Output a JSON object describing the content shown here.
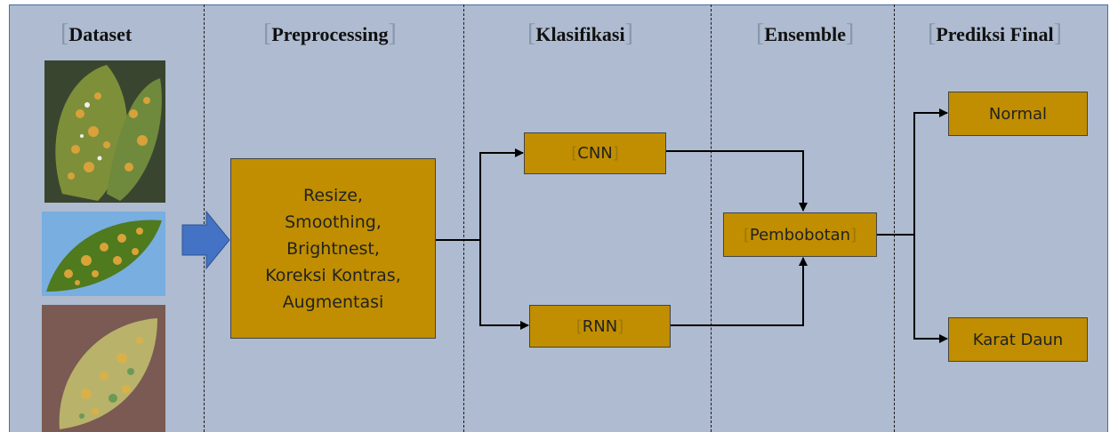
{
  "headers": {
    "dataset": "Dataset",
    "preprocessing": "Preprocessing",
    "klasifikasi": "Klasifikasi",
    "ensemble": "Ensemble",
    "prediksi": "Prediksi Final"
  },
  "preprocessing_steps": [
    "Resize,",
    "Smoothing,",
    "Brightnest,",
    "Koreksi Kontras,",
    "Augmentasi"
  ],
  "models": {
    "cnn": "CNN",
    "rnn": "RNN"
  },
  "ensemble_box": "Pembobotan",
  "outputs": {
    "normal": "Normal",
    "karat": "Karat Daun"
  },
  "colors": {
    "background": "#aebbd0",
    "box_fill": "#c08e00",
    "input_arrow": "#4472c4",
    "leaf_green": "#4f7a2a",
    "leaf_rust": "#d9a33a"
  },
  "icons": [
    "coffee-leaf-image",
    "coffee-leaf-image",
    "coffee-leaf-image",
    "block-arrow-right"
  ]
}
